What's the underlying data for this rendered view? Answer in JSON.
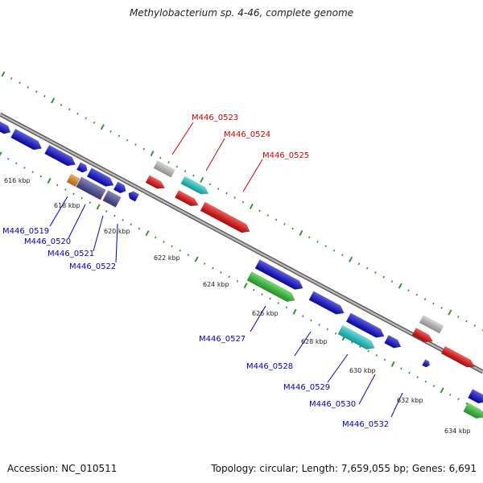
{
  "title": "Methylobacterium sp. 4-46, complete genome",
  "footer": {
    "accession": "Accession: NC_010511",
    "summary": "Topology: circular; Length: 7,659,055 bp; Genes: 6,691"
  },
  "colors": {
    "backbone": "#8a8a8a",
    "tick_marks": "#2e9a2e",
    "label_upper": "#d40000",
    "label_lower": "#0000c8",
    "gene_blue": "#0a0ad8",
    "gene_red": "#ee0a0a",
    "gene_cyan": "#1ad0d0",
    "gene_green": "#2ec82e",
    "gene_gray": "#c4c4c4",
    "gene_orange": "#f08a10",
    "gene_slate": "#4a4a9c"
  },
  "kbp_labels": [
    "616 kbp",
    "618 kbp",
    "620 kbp",
    "622 kbp",
    "624 kbp",
    "626 kbp",
    "628 kbp",
    "630 kbp",
    "632 kbp",
    "634 kbp"
  ],
  "gene_labels_upper": [
    "M446_0523",
    "M446_0524",
    "M446_0525"
  ],
  "gene_labels_lower": [
    "M446_0519",
    "M446_0520",
    "M446_0521",
    "M446_0522",
    "M446_0527",
    "M446_0528",
    "M446_0529",
    "M446_0530",
    "M446_0532"
  ]
}
